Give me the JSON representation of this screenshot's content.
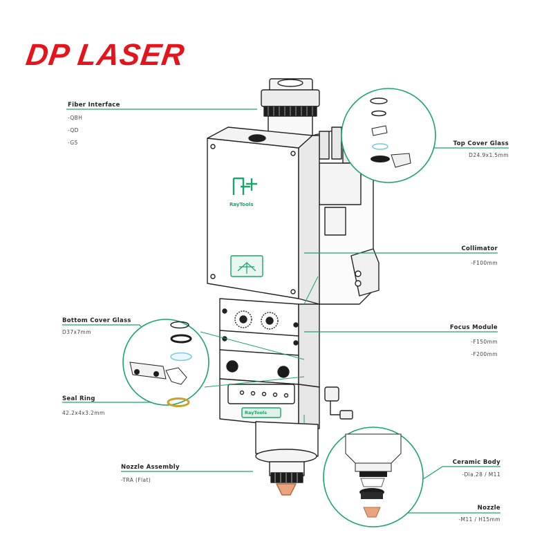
{
  "brand": {
    "logo_text": "DP LASER",
    "color": "#e3141b"
  },
  "product_branding": {
    "mark_text": "RayTools",
    "body_text": "RayTools"
  },
  "colors": {
    "accent": "#1aa36a",
    "ink": "#222222",
    "brand": "#e3141b"
  },
  "callouts": {
    "fiber": {
      "title": "Fiber Interface",
      "options": [
        "-QBH",
        "-QD",
        "-G5"
      ]
    },
    "top_cover": {
      "title": "Top Cover Glass",
      "spec": "D24.9x1.5mm"
    },
    "collimator": {
      "title": "Collimator",
      "spec": "-F100mm"
    },
    "bottom_cover": {
      "title": "Bottom Cover Glass",
      "spec": "D37x7mm"
    },
    "focus": {
      "title": "Focus Module",
      "specs": [
        "-F150mm",
        "-F200mm"
      ]
    },
    "seal": {
      "title": "Seal Ring",
      "spec": "42.2x4x3.2mm"
    },
    "nozzle_assembly": {
      "title": "Nozzle Assembly",
      "spec": "-TRA (Flat)"
    },
    "ceramic": {
      "title": "Ceramic Body",
      "spec": "-Dia.28 / M11"
    },
    "nozzle": {
      "title": "Nozzle",
      "spec": "-M11 / H15mm"
    }
  }
}
